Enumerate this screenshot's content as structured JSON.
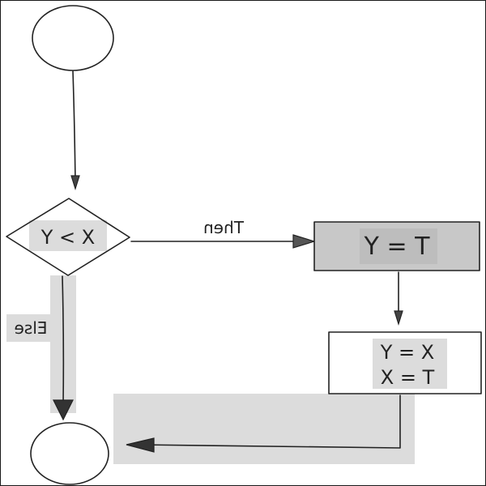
{
  "diagram": {
    "type": "flowchart",
    "orientation": "mirrored-horizontally",
    "nodes": {
      "start": {
        "shape": "ellipse",
        "label": ""
      },
      "decision": {
        "shape": "diamond",
        "label": "X > Y"
      },
      "assign_t": {
        "shape": "rectangle",
        "label": "T = Y",
        "fill": "#c8c8c8"
      },
      "swap_box": {
        "shape": "rectangle",
        "lines": [
          "X = Y",
          "T = X"
        ]
      },
      "end": {
        "shape": "ellipse",
        "label": ""
      }
    },
    "edges": {
      "then_label": "Then",
      "else_label": "Else"
    },
    "colors": {
      "ink": "#222222",
      "highlight": "#dcdcdc",
      "box_fill": "#c8c8c8"
    }
  }
}
